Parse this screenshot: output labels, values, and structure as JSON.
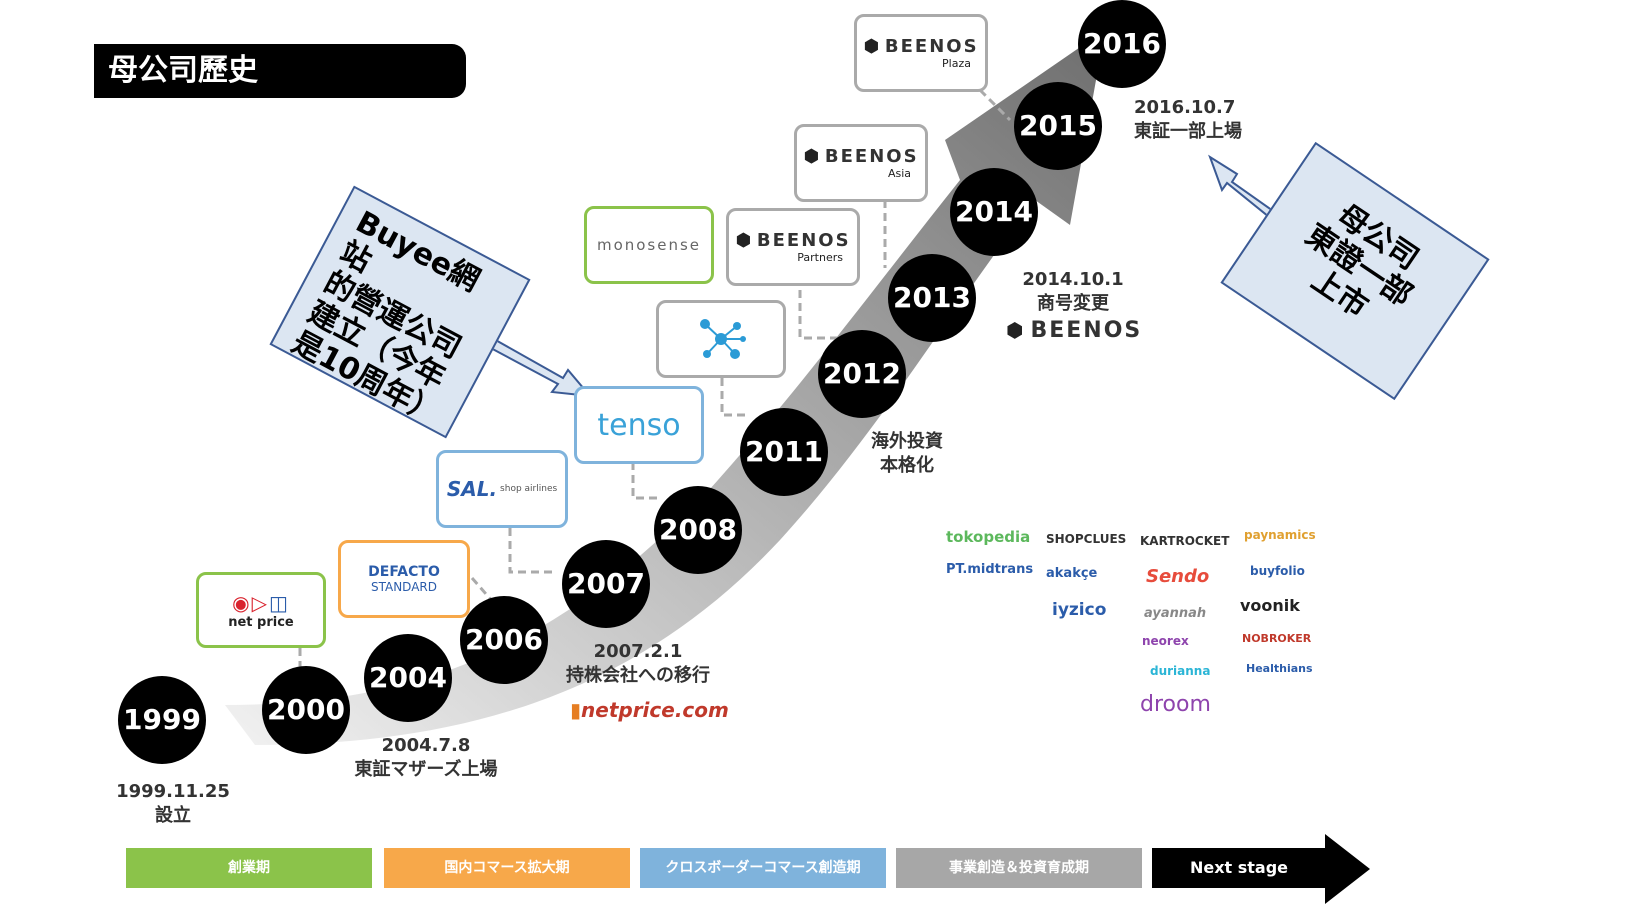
{
  "title": "母公司歷史",
  "years": [
    "1999",
    "2000",
    "2004",
    "2006",
    "2007",
    "2008",
    "2011",
    "2012",
    "2013",
    "2014",
    "2015",
    "2016"
  ],
  "notes": {
    "n1999": [
      "1999.11.25",
      "設立"
    ],
    "n2004": [
      "2004.7.8",
      "東証マザーズ上場"
    ],
    "n2007": [
      "2007.2.1",
      "持株会社への移行"
    ],
    "n2011": [
      "海外投資",
      "本格化"
    ],
    "n2014": [
      "2014.10.1",
      "商号変更"
    ],
    "n2016": [
      "2016.10.7",
      "東証一部上場"
    ]
  },
  "logos": {
    "netprice_label": "net price",
    "defacto": [
      "DEFACTO",
      "STANDARD"
    ],
    "sal": "SAL.",
    "sal_sub": "shop airlines",
    "tenso": "tenso",
    "monosense": "monosense",
    "beenos": "BEENOS",
    "beenos_partners": "Partners",
    "beenos_asia": "Asia",
    "beenos_plaza": "Plaza",
    "netprice_com": "netprice.com"
  },
  "callouts": {
    "buyee": [
      "Buyee網站",
      "的營運公司",
      "建立（今年",
      "是10周年）"
    ],
    "parent": [
      "母公司",
      "東證一部",
      "上市"
    ]
  },
  "partners": [
    "tokopedia",
    "SHOPCLUES",
    "KARTROCKET",
    "paynamics",
    "PT.midtrans",
    "akakçe",
    "Sendo",
    "buyfolio",
    "iyzico",
    "ayannah",
    "voonik",
    "neorex",
    "NOBROKER",
    "durianna",
    "Healthians",
    "droom"
  ],
  "stages": [
    "創業期",
    "国内コマース拡大期",
    "クロスボーダーコマース創造期",
    "事業創造＆投資育成期",
    "Next stage"
  ],
  "colors": {
    "green": "#8bc34a",
    "orange": "#f7a84a",
    "blue": "#7fb3dc",
    "gray": "#a7a7a7",
    "black": "#000000"
  }
}
